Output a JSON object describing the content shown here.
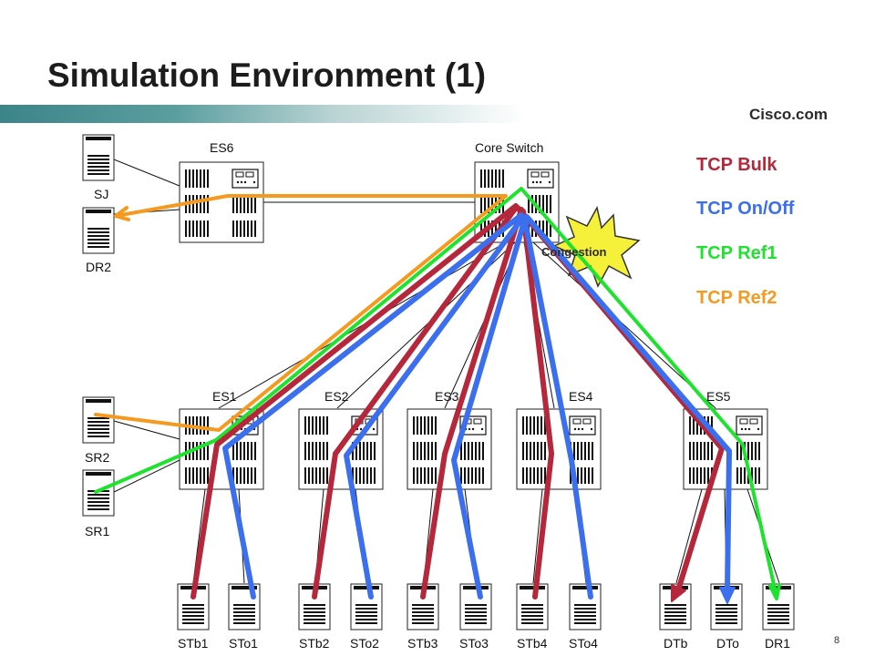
{
  "slide": {
    "title": "Simulation Environment (1)",
    "brand": "Cisco.com",
    "page_number": "8"
  },
  "switches": {
    "es6": "ES6",
    "core": "Core Switch",
    "es1": "ES1",
    "es2": "ES2",
    "es3": "ES3",
    "es4": "ES4",
    "es5": "ES5"
  },
  "hosts": {
    "sj": "SJ",
    "dr2": "DR2",
    "sr2": "SR2",
    "sr1": "SR1",
    "stb1": "STb1",
    "sto1": "STo1",
    "stb2": "STb2",
    "sto2": "STo2",
    "stb3": "STb3",
    "sto3": "STo3",
    "stb4": "STb4",
    "sto4": "STo4",
    "dtb": "DTb",
    "dto": "DTo",
    "dr1": "DR1"
  },
  "congestion_label": "Congestion",
  "legend": [
    {
      "label": "TCP Bulk",
      "color": "#b5273a"
    },
    {
      "label": "TCP On/Off",
      "color": "#3b6fee"
    },
    {
      "label": "TCP Ref1",
      "color": "#1ee32e"
    },
    {
      "label": "TCP Ref2",
      "color": "#f59a1e"
    }
  ]
}
